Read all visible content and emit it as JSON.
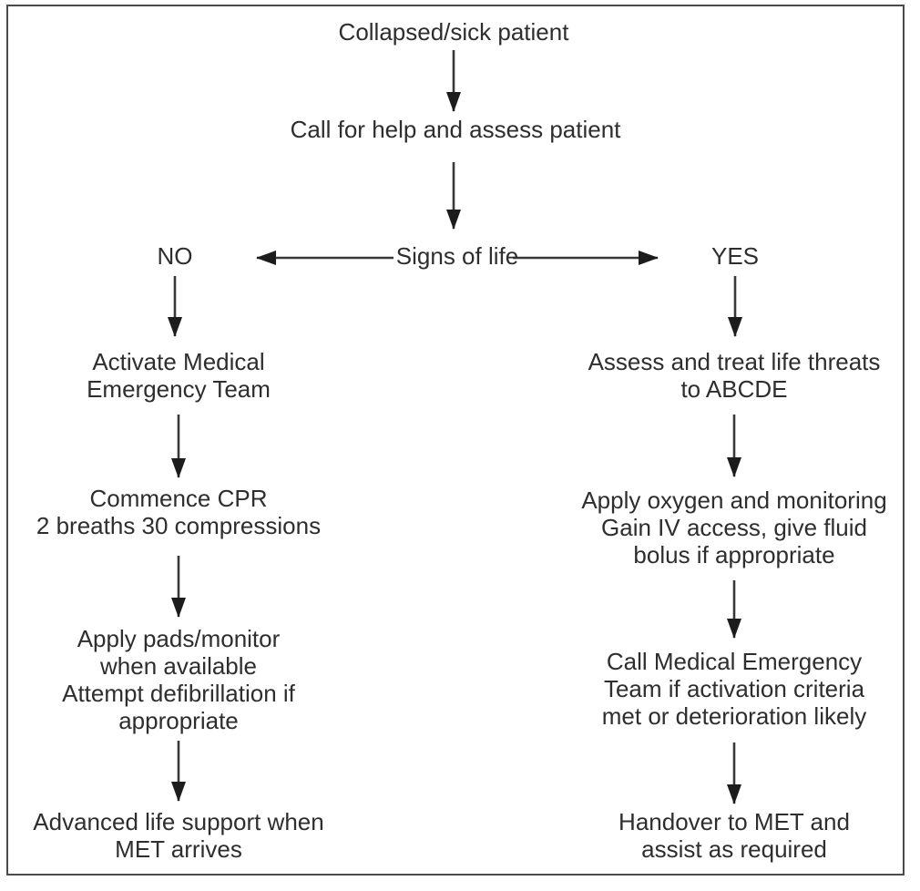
{
  "flowchart": {
    "nodes": {
      "start": "Collapsed/sick patient",
      "assess": "Call for help and assess patient",
      "decision": "Signs of life",
      "no_label": "NO",
      "yes_label": "YES",
      "no_steps": [
        "Activate Medical\nEmergency Team",
        "Commence CPR\n2 breaths 30 compressions",
        "Apply pads/monitor\nwhen available\nAttempt defibrillation if\nappropriate",
        "Advanced life support when\nMET arrives"
      ],
      "yes_steps": [
        "Assess and treat life threats\nto ABCDE",
        "Apply oxygen and monitoring\nGain IV access, give fluid\nbolus if appropriate",
        "Call Medical Emergency\nTeam if activation criteria\nmet or deterioration likely",
        "Handover to MET and\nassist as required"
      ]
    },
    "colors": {
      "text": "#2e2e2e",
      "line": "#383838",
      "arrowhead": "#1c1c1c",
      "border": "#4a4a4a",
      "background": "#ffffff"
    }
  }
}
